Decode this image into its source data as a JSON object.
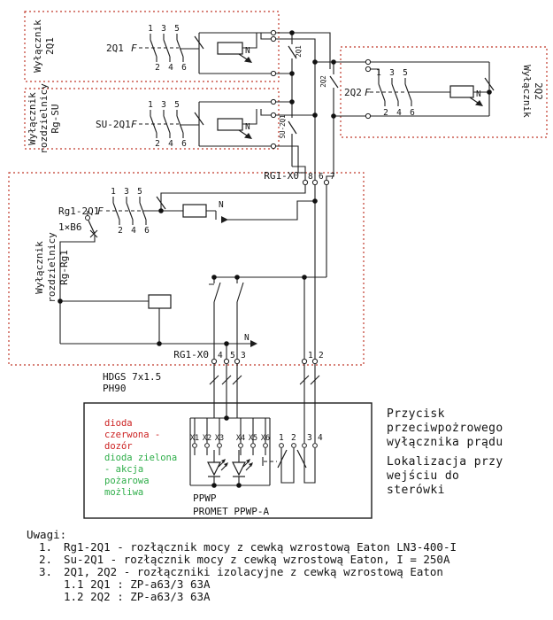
{
  "zones": {
    "q1": {
      "label_lines": [
        "Wyłącznik",
        "2Q1"
      ]
    },
    "rg_su": {
      "label_lines": [
        "Wyłącznik",
        "rozdzielnicy",
        "Rg-SU"
      ]
    },
    "q2": {
      "label_lines": [
        "Wyłącznik",
        "2Q2"
      ]
    },
    "rg_rg1": {
      "label_lines": [
        "Wyłącznik",
        "rozdzielnicy",
        "Rg-Rg1"
      ]
    }
  },
  "switches": {
    "q1": "2Q1",
    "su_q1": "SU-2Q1",
    "rg1_q1": "Rg1-2Q1",
    "q2": "2Q2",
    "trip": "F",
    "pole_top": [
      "1",
      "3",
      "5"
    ],
    "pole_bottom": [
      "2",
      "4",
      "6"
    ],
    "neutral": "N"
  },
  "aux_switches": {
    "s1": "2Q1",
    "s2": "SU-2Q1",
    "s3": "2Q2"
  },
  "breaker_b6": "1×B6",
  "terminal_strip": {
    "name": "RG1-X0",
    "top": [
      "8",
      "6",
      "7"
    ],
    "bottom_left": [
      "4",
      "5",
      "3"
    ],
    "bottom_right": [
      "1",
      "2"
    ]
  },
  "cable": {
    "line1": "HDGS 7x1.5",
    "line2": "PH90"
  },
  "ppwp": {
    "x_terminals": [
      "X1",
      "X2",
      "X3",
      "X4",
      "X5",
      "X6"
    ],
    "button_terminals": [
      "1",
      "2",
      "3",
      "4"
    ],
    "name": "PPWP",
    "model": "PROMET PPWP-A",
    "red_note_lines": [
      "dioda",
      "czerwona -",
      "dozór"
    ],
    "green_note_lines": [
      "dioda zielona",
      "- akcja",
      "pożarowa",
      "możliwa"
    ]
  },
  "annotations": {
    "p1_lines": [
      "Przycisk",
      "przeciwpożrowego",
      "wyłącznika prądu"
    ],
    "p2_lines": [
      "Lokalizacja przy",
      "wejściu do",
      "sterówki"
    ]
  },
  "uwagi": {
    "title": "Uwagi:",
    "items": [
      {
        "no": "1.",
        "text": "Rg1-2Q1 - rozłącznik mocy z cewką wzrostową Eaton LN3-400-I"
      },
      {
        "no": "2.",
        "text": "Su-2Q1 - rozłącznik mocy z cewką wzrostową Eaton, I = 250A"
      },
      {
        "no": "3.",
        "text": "2Q1, 2Q2 - rozłączniki izolacyjne z cewką wzrostową Eaton"
      }
    ],
    "subitems": [
      "1.1 2Q1 : ZP-a63/3 63A",
      "1.2 2Q2 : ZP-a63/3 63A"
    ]
  },
  "colors": {
    "zone_box_dash": "#c0392b",
    "line": "#1c1c1c",
    "red_note": "#cc2222",
    "green_note": "#2fae4a"
  }
}
